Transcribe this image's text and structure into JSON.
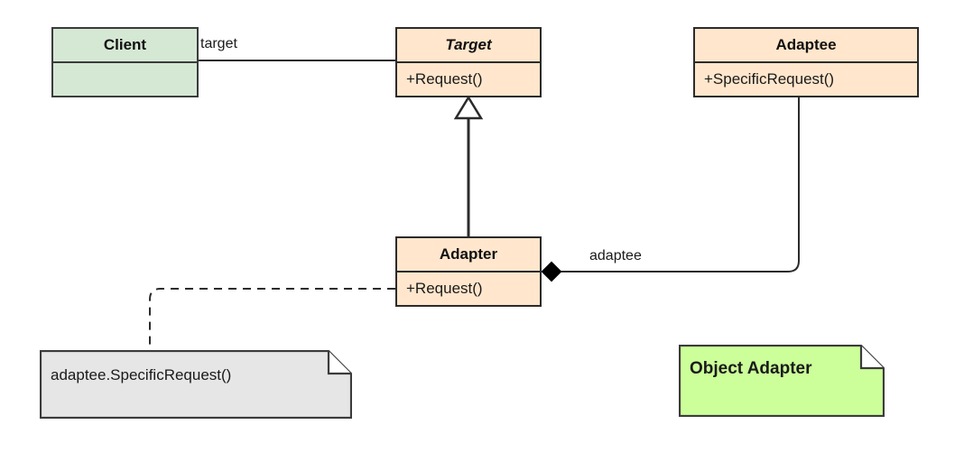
{
  "diagram": {
    "title": "Object Adapter",
    "type": "uml-class-diagram",
    "colors": {
      "class_fill": "#ffe6cc",
      "client_fill": "#d5e8d4",
      "note_fill": "#e6e6e6",
      "highlight_note_fill": "#ccff99",
      "stroke": "#2b2b2b"
    }
  },
  "classes": {
    "client": {
      "name": "Client",
      "members": [
        ""
      ],
      "abstract": false
    },
    "target": {
      "name": "Target",
      "members": [
        "+Request()"
      ],
      "abstract": true
    },
    "adaptee": {
      "name": "Adaptee",
      "members": [
        "+SpecificRequest()"
      ],
      "abstract": false
    },
    "adapter": {
      "name": "Adapter",
      "members": [
        "+Request()"
      ],
      "abstract": false
    }
  },
  "notes": {
    "implementation_note": {
      "text": "adaptee.SpecificRequest()"
    },
    "pattern_note": {
      "text": "Object Adapter"
    }
  },
  "edges": {
    "client_target": {
      "label": "target",
      "kind": "association"
    },
    "adapter_target": {
      "label": "",
      "kind": "generalization"
    },
    "adapter_adaptee": {
      "label": "adaptee",
      "kind": "composition"
    },
    "adapter_note": {
      "label": "",
      "kind": "note-link"
    }
  }
}
